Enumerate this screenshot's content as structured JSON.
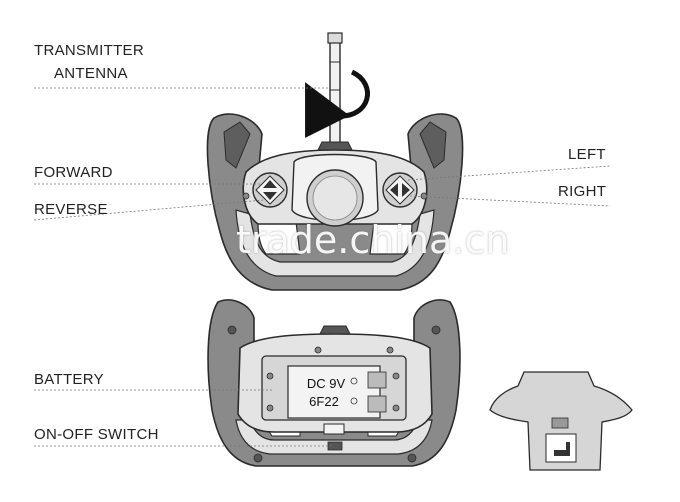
{
  "labels": {
    "antenna_line1": "TRANSMITTER",
    "antenna_line2": "ANTENNA",
    "forward": "FORWARD",
    "reverse": "REVERSE",
    "left": "LEFT",
    "right": "RIGHT",
    "battery": "BATTERY",
    "on_off_switch": "ON-OFF SWITCH"
  },
  "battery_text": {
    "line1": "DC 9V",
    "line2": "6F22"
  },
  "watermark": "trade.china.cn",
  "colors": {
    "outline": "#2b2b2b",
    "grip_fill": "#8a8a8a",
    "body_fill": "#e4e4e4",
    "light_fill": "#f2f2f2",
    "leader_line": "#777777"
  }
}
